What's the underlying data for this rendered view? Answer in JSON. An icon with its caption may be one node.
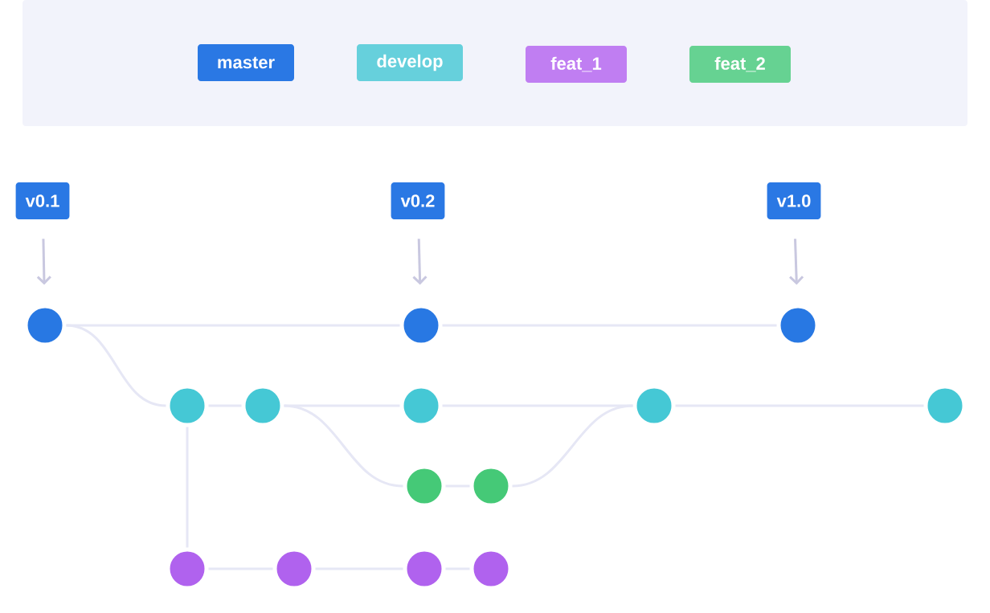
{
  "diagram": {
    "nodes": [
      {
        "text": [
          "v0.1"
        ]
      },
      {
        "text": [
          "v0.2"
        ]
      },
      {
        "text": [
          "v1.0"
        ]
      },
      {
        "text": [],
        "shape": "circle"
      },
      {
        "text": [],
        "shape": "circle"
      },
      {
        "text": [],
        "shape": "circle"
      },
      {
        "text": [],
        "shape": "circle"
      },
      {
        "text": [],
        "shape": "circle"
      },
      {
        "text": [],
        "shape": "circle"
      },
      {
        "text": [],
        "shape": "circle"
      },
      {
        "text": [],
        "shape": "circle"
      },
      {
        "text": [],
        "shape": "circle"
      },
      {
        "text": [],
        "shape": "circle"
      },
      {
        "text": [],
        "shape": "circle"
      },
      {
        "text": [],
        "shape": "circle"
      },
      {
        "text": [],
        "shape": "circle"
      },
      {
        "text": [],
        "shape": "circle"
      }
    ],
    "edges": [
      {
        "from": 0,
        "to": 3,
        "arrow": "to"
      },
      {
        "from": 1,
        "to": 4,
        "arrow": "to"
      },
      {
        "from": 2,
        "to": 5,
        "arrow": "to"
      },
      {
        "from": 3,
        "to": 4,
        "arrow": "none"
      },
      {
        "from": 4,
        "to": 5,
        "arrow": "none"
      },
      {
        "from": 3,
        "to": 6,
        "arrow": "none"
      },
      {
        "from": 6,
        "to": 7,
        "arrow": "none"
      },
      {
        "from": 7,
        "to": 8,
        "arrow": "none"
      },
      {
        "from": 8,
        "to": 9,
        "arrow": "none"
      },
      {
        "from": 9,
        "to": 10,
        "arrow": "none"
      },
      {
        "from": 7,
        "to": 11,
        "arrow": "none"
      },
      {
        "from": 11,
        "to": 12,
        "arrow": "none"
      },
      {
        "from": 12,
        "to": 9,
        "arrow": "none"
      },
      {
        "from": 6,
        "to": 13,
        "arrow": "none"
      },
      {
        "from": 13,
        "to": 14,
        "arrow": "none"
      },
      {
        "from": 14,
        "to": 15,
        "arrow": "none"
      },
      {
        "from": 15,
        "to": 16,
        "arrow": "none"
      }
    ],
    "legend": [
      {
        "text": "master",
        "color": "#2a78e4"
      },
      {
        "text": "develop",
        "color": "#66d0dc"
      },
      {
        "text": "feat_1",
        "color": "#c07ef2"
      },
      {
        "text": "feat_2",
        "color": "#66d292"
      }
    ]
  }
}
